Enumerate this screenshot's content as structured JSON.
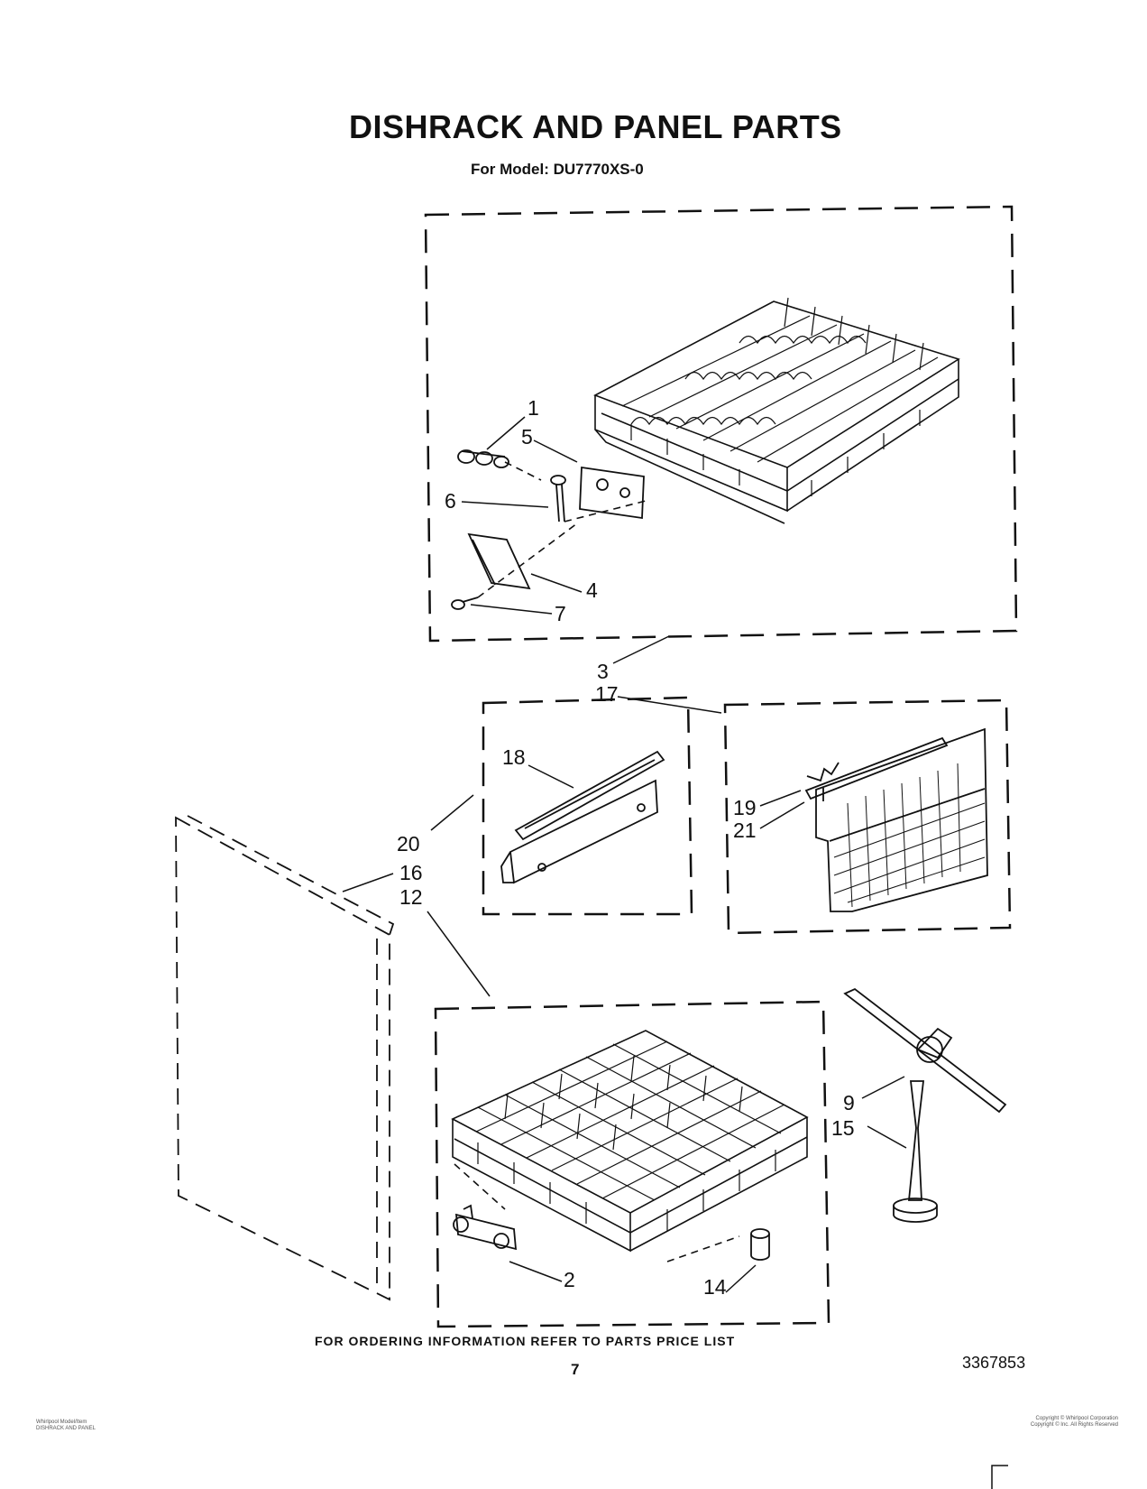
{
  "page": {
    "title": "DISHRACK AND PANEL PARTS",
    "subtitle": "For Model: DU7770XS-0",
    "footer_note": "FOR ORDERING INFORMATION REFER TO PARTS PRICE LIST",
    "page_number": "7",
    "document_number": "3367853",
    "fine_print_left": [
      "Whirlpool Model/Item",
      "DISHRACK AND PANEL"
    ],
    "fine_print_right": [
      "Copyright © Whirlpool Corporation",
      "Copyright © Inc. All Rights Reserved"
    ]
  },
  "callouts": {
    "c1": "1",
    "c5": "5",
    "c6": "6",
    "c4": "4",
    "c7": "7",
    "c3": "3",
    "c17": "17",
    "c18": "18",
    "c19": "19",
    "c21": "21",
    "c20": "20",
    "c16": "16",
    "c12": "12",
    "c9": "9",
    "c15": "15",
    "c2": "2",
    "c14": "14"
  }
}
